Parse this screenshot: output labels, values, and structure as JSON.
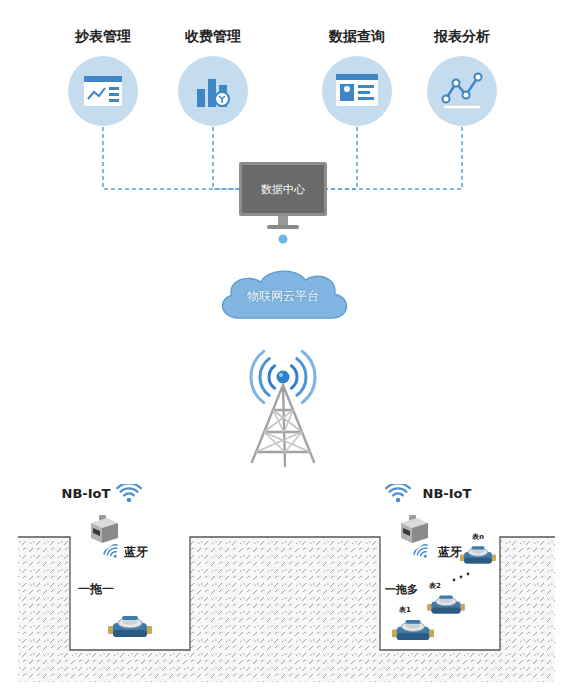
{
  "diagram": {
    "nodes": [
      {
        "text": [
          "抄表管理"
        ]
      },
      {
        "text": [
          "收费管理"
        ]
      },
      {
        "text": [
          "数据查询"
        ]
      },
      {
        "text": [
          "报表分析"
        ]
      },
      {
        "text": [
          "数据中心"
        ]
      },
      {
        "text": [
          "物联网云平台"
        ]
      }
    ],
    "edges": [
      {
        "from": 0,
        "to": 4,
        "arrow": "none"
      },
      {
        "from": 1,
        "to": 4,
        "arrow": "none"
      },
      {
        "from": 2,
        "to": 4,
        "arrow": "none"
      },
      {
        "from": 3,
        "to": 4,
        "arrow": "none"
      },
      {
        "from": 4,
        "to": 5,
        "arrow": "none"
      }
    ],
    "labels": [
      "NB-IoT",
      "蓝牙",
      "一拖一",
      "NB-IoT",
      "蓝牙",
      "一拖多",
      "表n",
      "表2",
      "表1"
    ]
  }
}
